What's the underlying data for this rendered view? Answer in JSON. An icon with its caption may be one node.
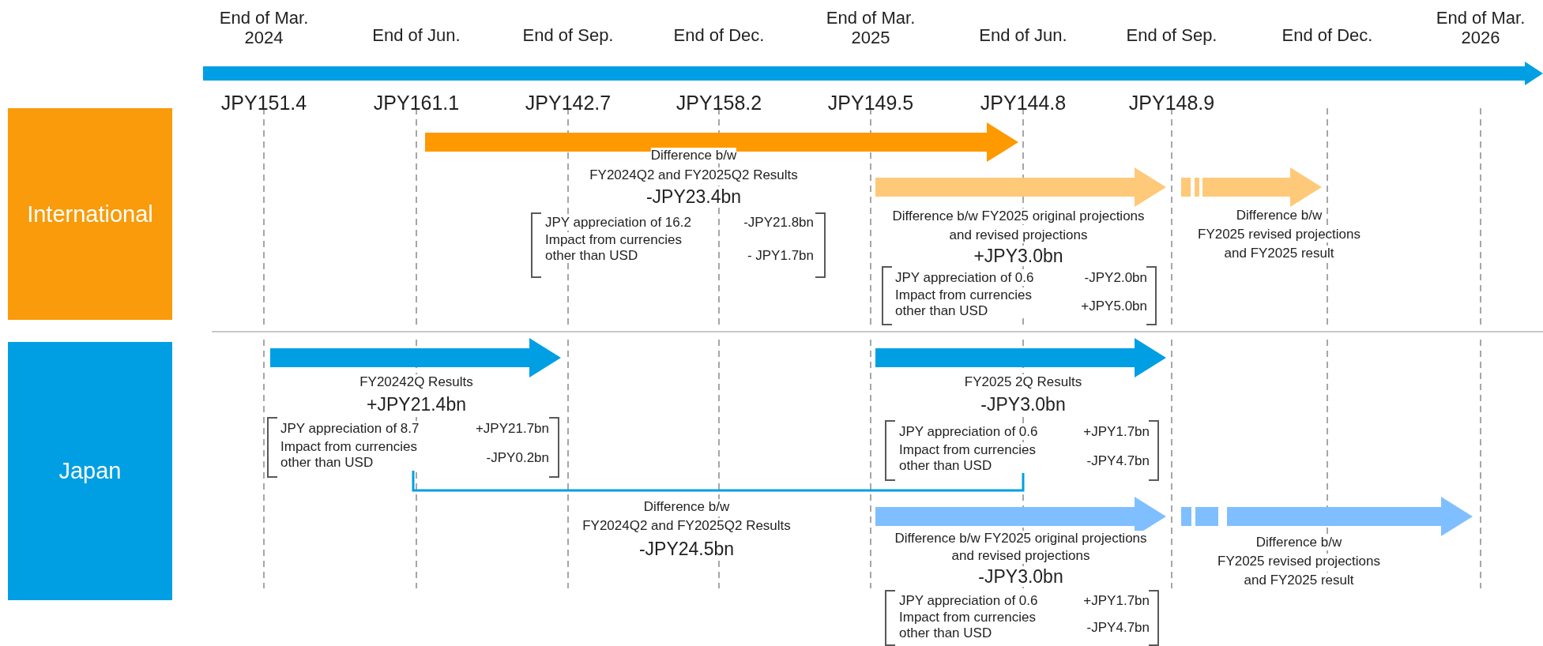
{
  "diagram": {
    "nodes": [
      {
        "text": [
          "International"
        ]
      },
      {
        "text": [
          "Japan"
        ]
      }
    ],
    "labels": [
      "End of Mar. 2024",
      "End of Jun.",
      "End of Sep.",
      "End of Dec.",
      "End of Mar. 2025",
      "End of Jun.",
      "End of Sep.",
      "End of Dec.",
      "End of Mar. 2026",
      "JPY151.4",
      "JPY161.1",
      "JPY142.7",
      "JPY158.2",
      "JPY149.5",
      "JPY144.8",
      "JPY148.9",
      "Difference b/w",
      "FY2024Q2 and FY2025Q2 Results",
      "-JPY23.4bn",
      "JPY appreciation of 16.2",
      "-JPY21.8bn",
      "Impact from currencies other than USD",
      "- JPY1.7bn",
      "Difference b/w FY2025 original projections",
      "and revised projections",
      "+JPY3.0bn",
      "JPY appreciation of 0.6",
      "-JPY2.0bn",
      "Impact from currencies other than USD",
      "+JPY5.0bn",
      "Difference b/w",
      "FY2025 revised projections",
      "and FY2025 result",
      "FY20242Q Results",
      "+JPY21.4bn",
      "JPY appreciation of 8.7",
      "+JPY21.7bn",
      "Impact from currencies other than USD",
      "-JPY0.2bn",
      "FY2025 2Q Results",
      "-JPY3.0bn",
      "JPY appreciation of 0.6",
      "+JPY1.7bn",
      "Impact from currencies other than USD",
      "-JPY4.7bn",
      "Difference b/w",
      "FY2024Q2 and FY2025Q2 Results",
      "-JPY24.5bn",
      "Difference b/w FY2025 original projections",
      "and revised projections",
      "-JPY3.0bn",
      "JPY appreciation of 0.6",
      "+JPY1.7bn",
      "Impact from currencies other than USD",
      "-JPY4.7bn",
      "Difference b/w",
      "FY2025 revised projections",
      "and FY2025 result"
    ]
  }
}
